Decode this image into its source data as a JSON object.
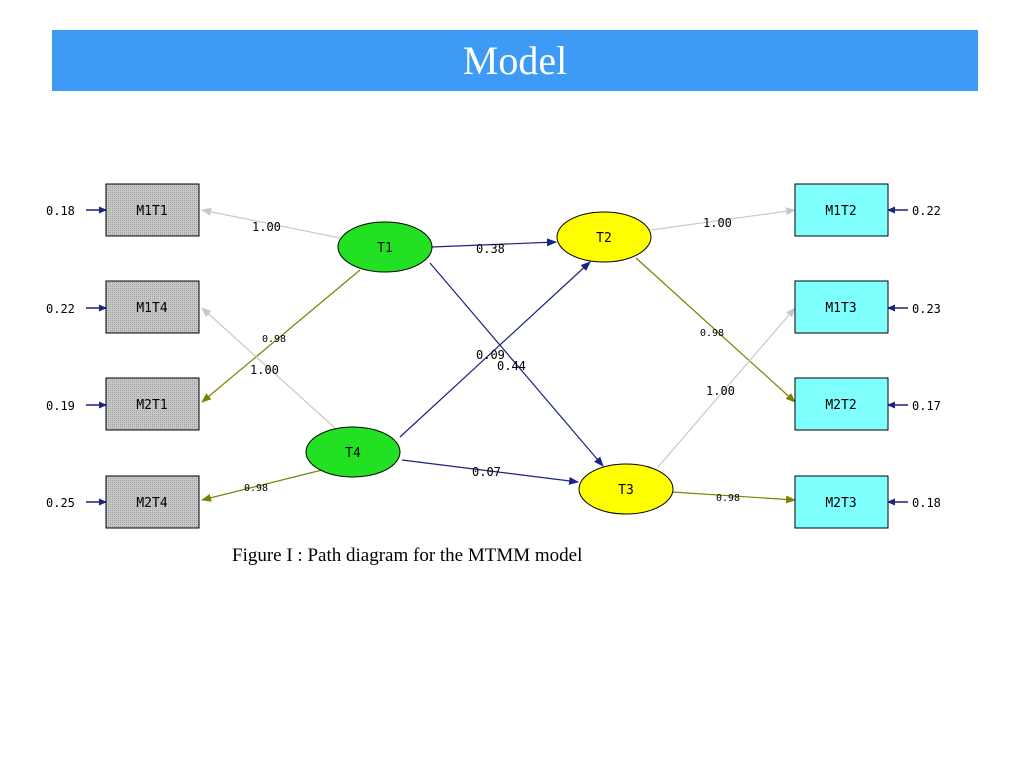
{
  "slide": {
    "title": "Model",
    "caption": "Figure I : Path diagram for the MTMM model"
  },
  "colors": {
    "title_bar": "#3d9bf5",
    "observed_left": "#c0c0c0",
    "observed_right": "#80ffff",
    "latent_green": "#22e022",
    "latent_yellow": "#ffff00",
    "path_blue": "#1a237e",
    "path_olive": "#808000",
    "path_gray": "#c8c8c8"
  },
  "observed": {
    "M1T1": "M1T1",
    "M1T4": "M1T4",
    "M2T1": "M2T1",
    "M2T4": "M2T4",
    "M1T2": "M1T2",
    "M1T3": "M1T3",
    "M2T2": "M2T2",
    "M2T3": "M2T3"
  },
  "latent": {
    "T1": "T1",
    "T2": "T2",
    "T3": "T3",
    "T4": "T4"
  },
  "error_variances": {
    "M1T1": "0.18",
    "M1T4": "0.22",
    "M2T1": "0.19",
    "M2T4": "0.25",
    "M1T2": "0.22",
    "M1T3": "0.23",
    "M2T2": "0.17",
    "M2T3": "0.18"
  },
  "loadings": {
    "T1_M1T1": "1.00",
    "T1_M2T1": "0.98",
    "T4_M1T4": "1.00",
    "T4_M2T4": "0.98",
    "T2_M1T2": "1.00",
    "T2_M2T2": "0.98",
    "T3_M1T3": "1.00",
    "T3_M2T3": "0.98"
  },
  "structural_paths": {
    "T1_T2": "0.38",
    "T1_T3": "0.44",
    "T4_T2": "0.09",
    "T4_T3": "0.07"
  }
}
